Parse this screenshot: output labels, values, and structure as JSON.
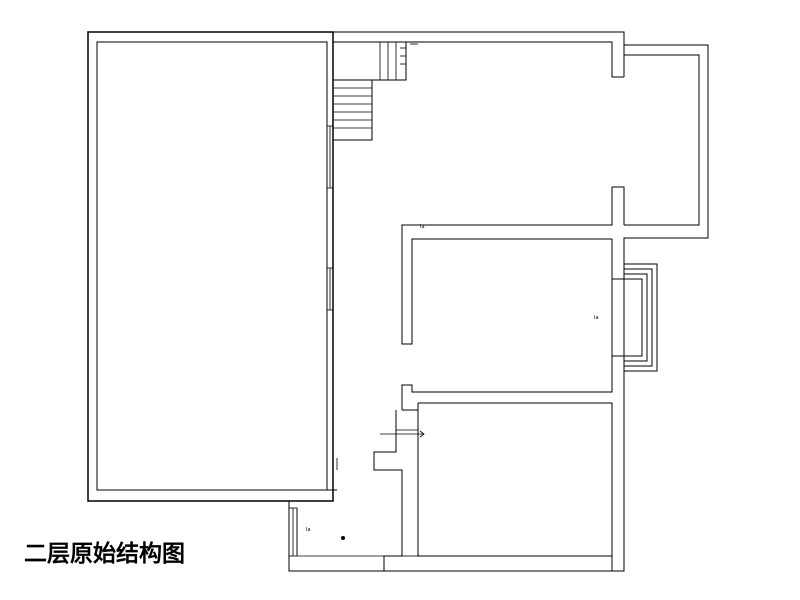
{
  "plan": {
    "title": "二层原始结构图",
    "room_labels": [
      "Ia",
      "Ia",
      "Ia"
    ]
  },
  "colors": {
    "line": "#000000",
    "background": "#ffffff"
  }
}
